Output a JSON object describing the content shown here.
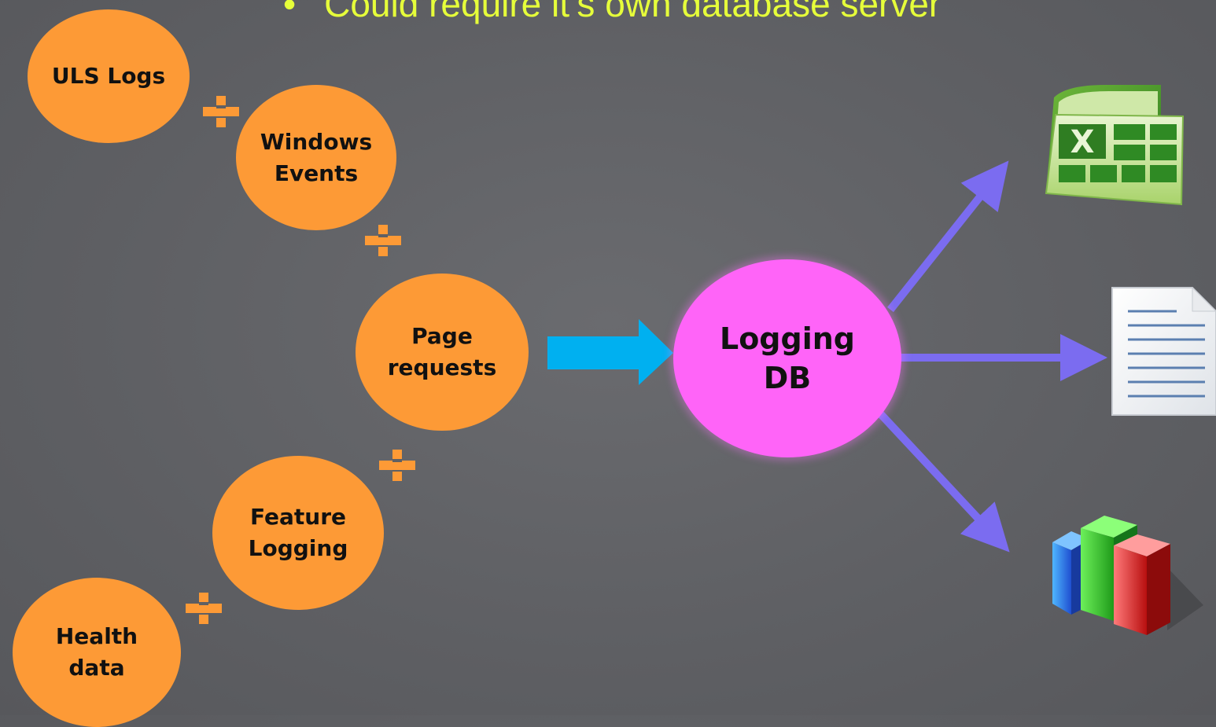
{
  "slide": {
    "bullet_text": "Could require it’s own database server"
  },
  "sources": [
    {
      "label": "ULS Logs"
    },
    {
      "label": "Windows\nEvents"
    },
    {
      "label": "Page\nrequests"
    },
    {
      "label": "Feature\nLogging"
    },
    {
      "label": "Health\ndata"
    }
  ],
  "hub": {
    "label": "Logging\nDB"
  },
  "outputs": [
    {
      "icon": "excel-icon"
    },
    {
      "icon": "document-icon"
    },
    {
      "icon": "bar-chart-icon"
    }
  ],
  "colors": {
    "background": "#5f6064",
    "source_node": "#fd9a36",
    "hub_node": "#ff64f8",
    "input_arrow": "#00b0f0",
    "output_arrows": "#7b6cf0",
    "bullet_text": "#e6ff3a"
  }
}
